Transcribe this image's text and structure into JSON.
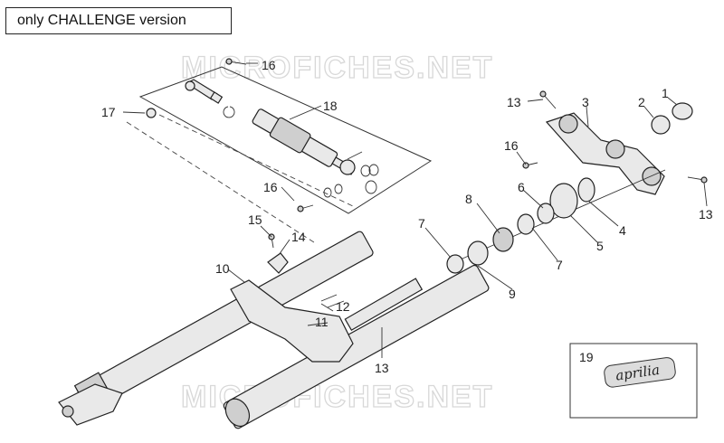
{
  "header": {
    "title": "only CHALLENGE version"
  },
  "watermark": {
    "text": "MICROFICHES.NET"
  },
  "callouts": [
    "1",
    "2",
    "3",
    "4",
    "5",
    "6",
    "7",
    "7",
    "8",
    "9",
    "10",
    "11",
    "12",
    "13",
    "13",
    "13",
    "14",
    "15",
    "16",
    "16",
    "17",
    "18",
    "19"
  ],
  "badge": {
    "number": "19",
    "text": "aprilia"
  }
}
